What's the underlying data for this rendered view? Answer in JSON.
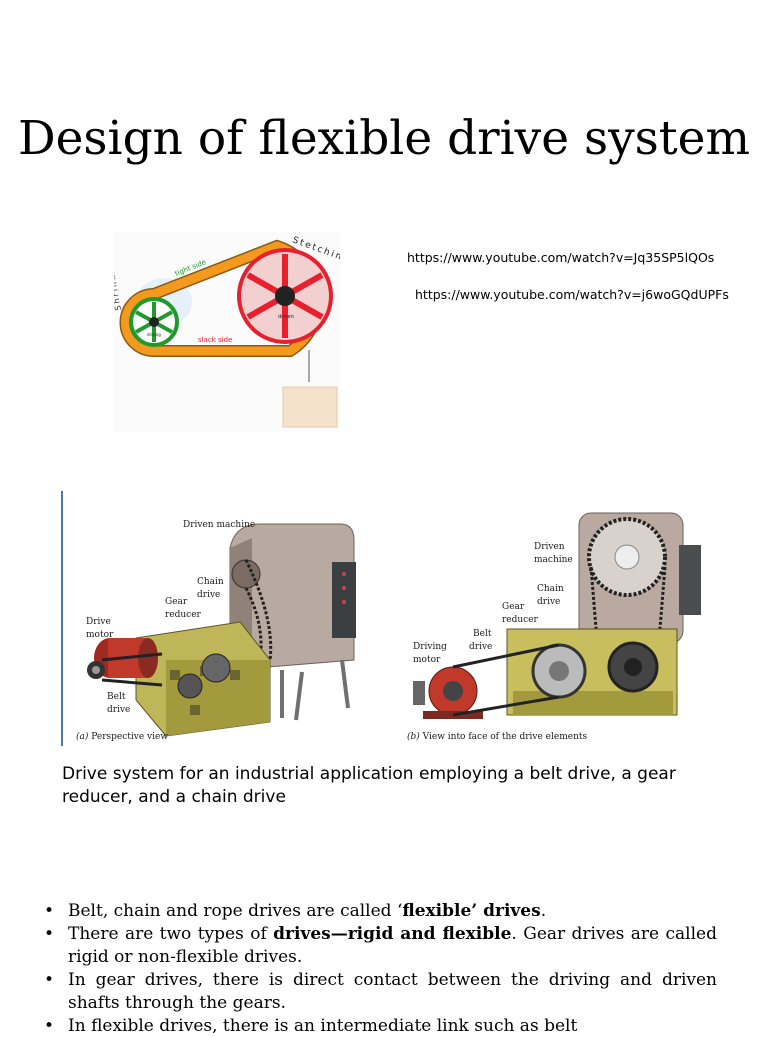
{
  "slide": {
    "title": "Design of flexible drive system"
  },
  "belt_figure": {
    "labels": {
      "tight_side": "tight side",
      "slack_side": "slack side",
      "stretching": "Stetching",
      "shrinking": "Shrinking",
      "driving": "driving",
      "driven": "driven"
    },
    "colors": {
      "belt": "#f39a1e",
      "driving_pulley": "#1f9a2c",
      "driven_pulley": "#e8202e"
    }
  },
  "links": [
    "https://www.youtube.com/watch?v=Jq35SP5lQOs",
    "https://www.youtube.com/watch?v=j6woGQdUPFs"
  ],
  "drive_figure": {
    "a": {
      "labels": {
        "driven_machine": "Driven machine",
        "chain": "Chain",
        "drive": "drive",
        "gear": "Gear",
        "reducer": "reducer",
        "drive_word": "Drive",
        "motor": "motor",
        "belt": "Belt",
        "belt_drive": "drive"
      },
      "caption_letter": "(a)",
      "caption_text": " Perspective view"
    },
    "b": {
      "labels": {
        "driven": "Driven",
        "machine": "machine",
        "chain": "Chain",
        "drive": "drive",
        "gear": "Gear",
        "reducer": "reducer",
        "belt": "Belt",
        "belt_drive": "drive",
        "driving": "Driving",
        "motor": "motor"
      },
      "caption_letter": "(b)",
      "caption_text": " View into face of the drive elements"
    }
  },
  "caption": "Drive system for an industrial application employing a belt drive, a gear reducer, and a chain drive",
  "bullets": [
    {
      "pre": "Belt, chain and rope drives are called ‘",
      "bold": "flexible’ drives",
      "post": "."
    },
    {
      "pre": "There are two types of ",
      "bold": "drives—rigid and flexible",
      "post": ". Gear drives are called rigid or non-flexible drives."
    },
    {
      "pre": "In gear drives, there is direct contact between the driving and driven shafts through the gears.",
      "bold": "",
      "post": ""
    },
    {
      "pre": "In flexible drives, there is an intermediate link such as belt",
      "bold": "",
      "post": ""
    }
  ]
}
